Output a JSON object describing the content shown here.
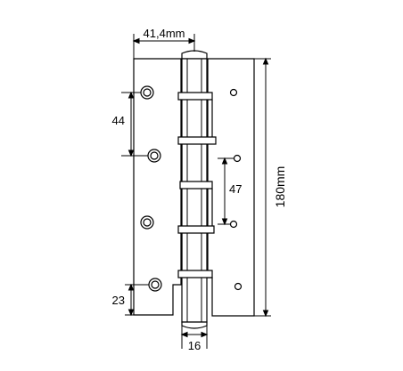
{
  "dimensions": {
    "width_label": "41,4mm",
    "height_label": "180mm",
    "hole_spacing_left": "44",
    "hole_spacing_right": "47",
    "bottom_offset": "23",
    "knuckle_width": "16"
  },
  "colors": {
    "line": "#000000",
    "background": "#ffffff",
    "hole_fill": "#ffffff"
  },
  "icons": {
    "hinge": "double-action-spring-hinge",
    "hole": "screw-hole-icon"
  }
}
